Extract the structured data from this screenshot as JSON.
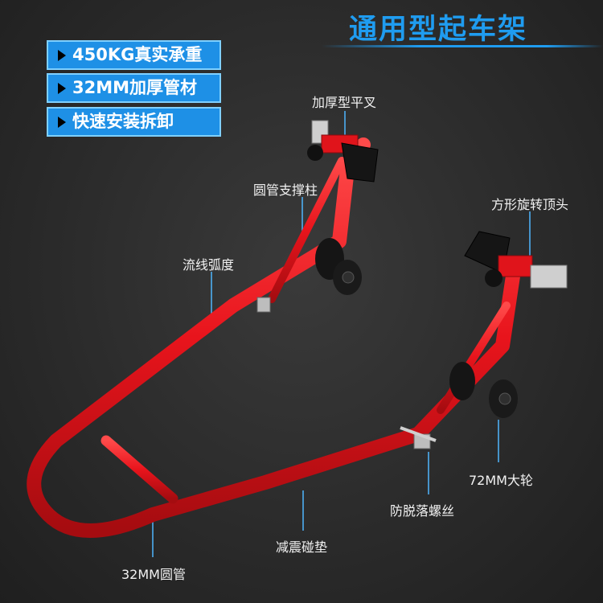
{
  "title": "通用型起车架",
  "badges": [
    "450KG真实承重",
    "32MM加厚管材",
    "快速安装拆卸"
  ],
  "callouts": {
    "thick_fork": "加厚型平叉",
    "tube_support": "圆管支撑柱",
    "square_head": "方形旋转顶头",
    "streamline_arc": "流线弧度",
    "wheel_72mm": "72MM大轮",
    "anti_drop_screw": "防脱落螺丝",
    "shock_pad": "减震碰垫",
    "tube_32mm": "32MM圆管"
  }
}
